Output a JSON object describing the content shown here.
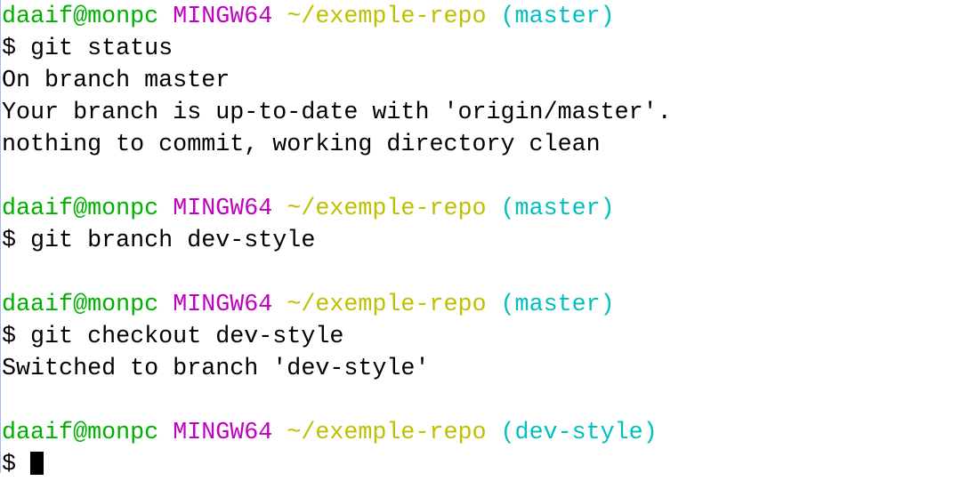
{
  "colors": {
    "user": "#00b000",
    "system": "#bf00bf",
    "path": "#bfbf00",
    "branch": "#00bfbf"
  },
  "prompts": [
    {
      "user": "daaif@monpc",
      "system": "MINGW64",
      "path": "~/exemple-repo",
      "branch": "(master)",
      "command": "$ git status",
      "output": [
        "On branch master",
        "Your branch is up-to-date with 'origin/master'.",
        "nothing to commit, working directory clean"
      ]
    },
    {
      "user": "daaif@monpc",
      "system": "MINGW64",
      "path": "~/exemple-repo",
      "branch": "(master)",
      "command": "$ git branch dev-style",
      "output": []
    },
    {
      "user": "daaif@monpc",
      "system": "MINGW64",
      "path": "~/exemple-repo",
      "branch": "(master)",
      "command": "$ git checkout dev-style",
      "output": [
        "Switched to branch 'dev-style'"
      ]
    },
    {
      "user": "daaif@monpc",
      "system": "MINGW64",
      "path": "~/exemple-repo",
      "branch": "(dev-style)",
      "command": "$ ",
      "output": []
    }
  ]
}
